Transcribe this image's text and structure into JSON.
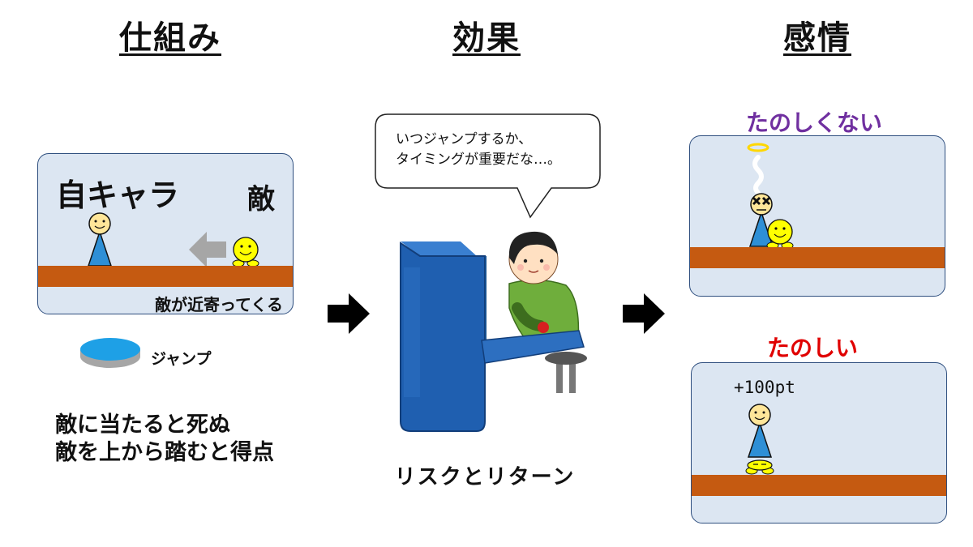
{
  "headings": {
    "mechanism": "仕組み",
    "effect": "効果",
    "emotion": "感情"
  },
  "mechanism": {
    "player_label": "自キャラ",
    "enemy_label": "敵",
    "approach_caption": "敵が近寄ってくる",
    "jump_button_label": "ジャンプ",
    "rules": [
      "敵に当たると死ぬ",
      "敵を上から踏むと得点"
    ]
  },
  "effect": {
    "speech_bubble": [
      "いつジャンプするか、",
      "タイミングが重要だな…。"
    ],
    "caption": "リスクとリターン"
  },
  "emotion": {
    "bad_label": "たのしくない",
    "good_label": "たのしい",
    "score_popup": "+100pt"
  },
  "colors": {
    "panel_bg": "#dce6f2",
    "ground": "#c55a11",
    "player_body": "#2e8fd6",
    "enemy": "#ffff00",
    "bad_label": "#7030a0",
    "good_label": "#e00000",
    "jump_button": "#1ea0e6"
  }
}
